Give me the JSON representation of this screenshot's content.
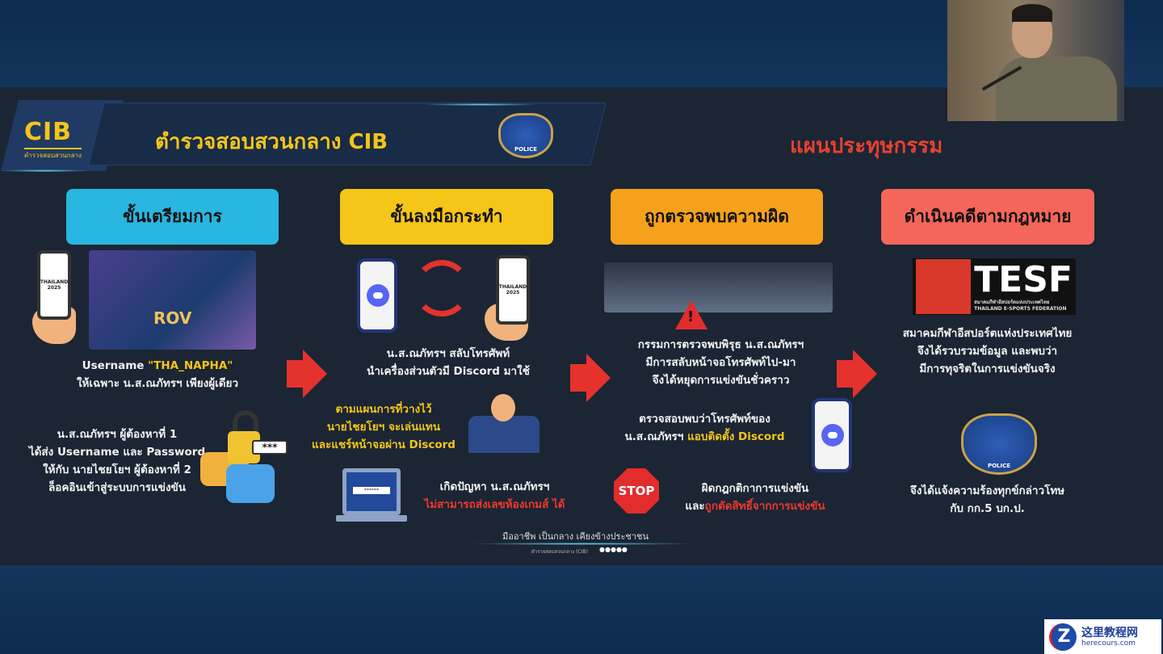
{
  "header": {
    "cib_logo": "CIB",
    "cib_logo_sub": "ตำรวจสอบสวนกลาง",
    "title": "ตำรวจสอบสวนกลาง CIB",
    "badge_text": "POLICE",
    "section_title": "แผนประทุษกรรม"
  },
  "steps": [
    {
      "label": "ขั้นเตรียมการ",
      "color": "#29b6e0"
    },
    {
      "label": "ขั้นลงมือกระทำ",
      "color": "#f5c518"
    },
    {
      "label": "ถูกตรวจพบความผิด",
      "color": "#f5a11b"
    },
    {
      "label": "ดำเนินคดีตามกฎหมาย",
      "color": "#f4665a"
    }
  ],
  "col1": {
    "phone_text": "THAILAND 2025",
    "game_logo": "ROV",
    "username_prefix": "Username ",
    "username": "\"THA_NAPHA\"",
    "username_line2": "ให้เฉพาะ น.ส.ณภัทรฯ เพียงผู้เดียว",
    "share": [
      "น.ส.ณภัทรฯ ผู้ต้องหาที่ 1",
      "ได้ส่ง Username และ Password",
      "ให้กับ นายไชยโยฯ ผู้ต้องหาที่ 2",
      "ล็อคอินเข้าสู่ระบบการแข่งขัน"
    ],
    "password_mask": "***"
  },
  "col2": {
    "phone_text": "THAILAND 2025",
    "swap": [
      "น.ส.ณภัทรฯ สลับโทรศัพท์",
      "นำเครื่องส่วนตัวมี Discord มาใช้"
    ],
    "plan": [
      "ตามแผนการที่วางไว้",
      "นายไชยโยฯ จะเล่นแทน",
      "และแชร์หน้าจอผ่าน Discord"
    ],
    "problem_line1": "เกิดปัญหา น.ส.ณภัทรฯ",
    "problem_line2": "ไม่สามารถส่งเลขห้องเกมส์ ได้",
    "laptop_mask": "******"
  },
  "col3": {
    "warning_mark": "!",
    "caught": [
      "กรรมการตรวจพบพิรุธ น.ส.ณภัทรฯ",
      "มีการสลับหน้าจอโทรศัพท์ไป-มา",
      "จึงได้หยุดการแข่งขันชั่วคราว"
    ],
    "discord_line1": "ตรวจสอบพบว่าโทรศัพท์ของ",
    "discord_line2_prefix": "น.ส.ณภัทรฯ ",
    "discord_line2_highlight": "แอบติดตั้ง Discord",
    "stop_label": "STOP",
    "rule_line1": "ผิดกฎกติกาการแข่งขัน",
    "rule_line2_prefix": "และ",
    "rule_line2_highlight": "ถูกตัดสิทธิ์จากการแข่งขัน"
  },
  "col4": {
    "tesf_name": "TESF",
    "tesf_sub_th": "สมาคมกีฬาอีสปอร์ตแห่งประเทศไทย",
    "tesf_sub_en": "THAILAND E-SPORTS FEDERATION",
    "finding": [
      "สมาคมกีฬาอีสปอร์ตแห่งประเทศไทย",
      "จึงได้รวบรวมข้อมูล และพบว่า",
      "มีการทุจริตในการแข่งขันจริง"
    ],
    "badge_text": "POLICE",
    "complaint": [
      "จึงได้แจ้งความร้องทุกข์กล่าวโทษ",
      "กับ กก.5 บก.ป."
    ]
  },
  "footer": {
    "slogan": "มืออาชีพ เป็นกลาง เคียงข้างประชาชน",
    "sub": "ตำรวจสอบสวนกลาง (CIB)",
    "social_icons": "●●●●●"
  },
  "watermark": {
    "logo": "Z",
    "title": "这里教程网",
    "url": "herecours.com"
  }
}
